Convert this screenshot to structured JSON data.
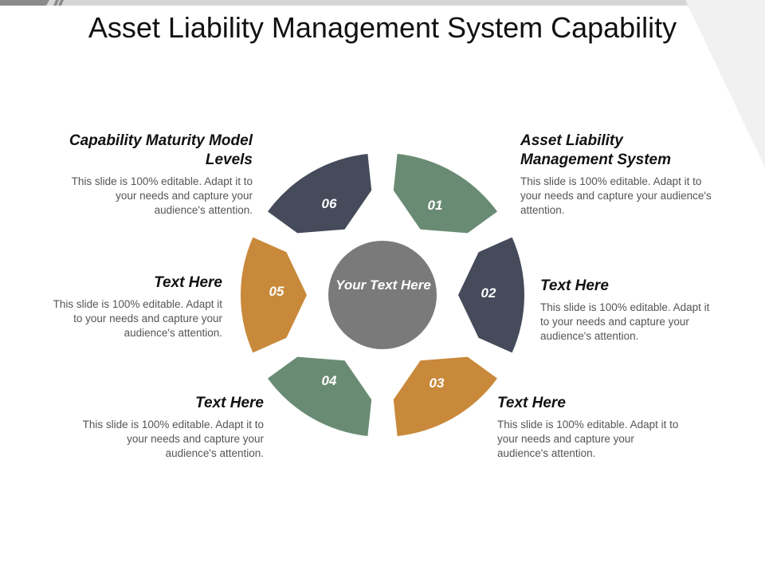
{
  "title": "Asset Liability Management System Capability",
  "center": {
    "label": "Your Text Here"
  },
  "segments": [
    {
      "number": "01",
      "color": "#6a8b73"
    },
    {
      "number": "02",
      "color": "#454b5b"
    },
    {
      "number": "03",
      "color": "#c8893a"
    },
    {
      "number": "04",
      "color": "#6a8b73"
    },
    {
      "number": "05",
      "color": "#c8893a"
    },
    {
      "number": "06",
      "color": "#454b5b"
    }
  ],
  "blocks": [
    {
      "heading": "Asset Liability Management System",
      "body": "This slide is 100% editable. Adapt it to your needs and capture your audience's attention."
    },
    {
      "heading": "Text Here",
      "body": "This slide is 100% editable. Adapt it to your needs and capture your audience's attention."
    },
    {
      "heading": "Text Here",
      "body": "This slide is 100% editable. Adapt it to your needs and capture your audience's attention."
    },
    {
      "heading": "Text Here",
      "body": "This slide is 100% editable. Adapt it to your needs and capture your audience's attention."
    },
    {
      "heading": "Text Here",
      "body": "This slide is 100% editable. Adapt it to your needs and capture your audience's attention."
    },
    {
      "heading": "Capability Maturity Model Levels",
      "body": "This slide is 100% editable. Adapt it to your needs and capture your audience's attention."
    }
  ],
  "colors": {
    "center": "#7a7a7a",
    "accent_bar": "#b8b8b8"
  }
}
